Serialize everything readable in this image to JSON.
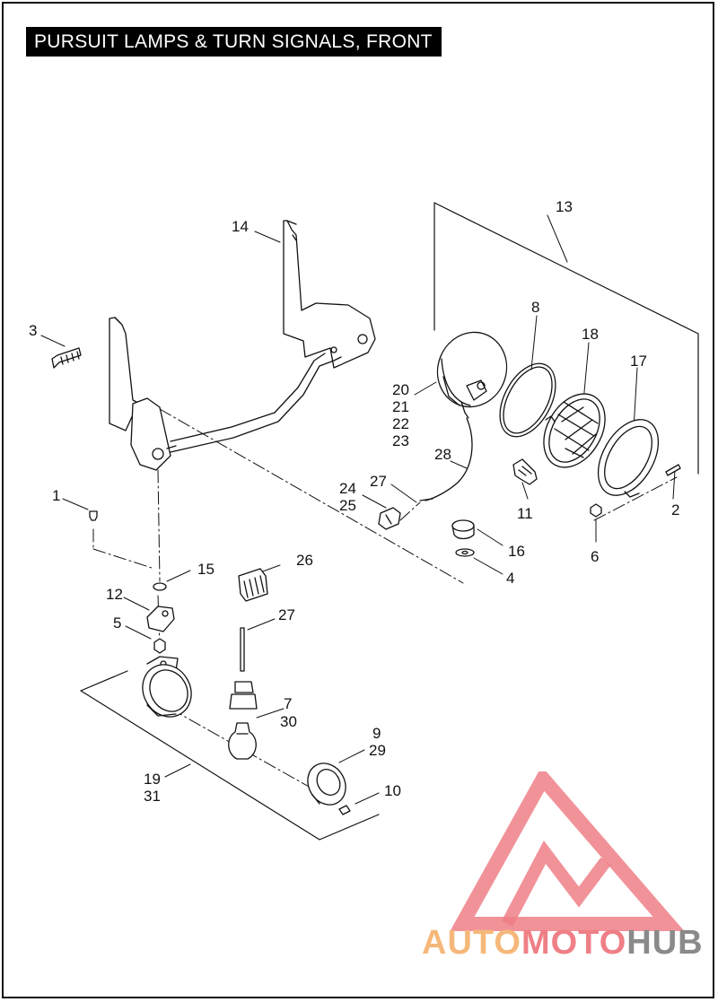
{
  "title": "PURSUIT LAMPS & TURN SIGNALS, FRONT",
  "callouts": {
    "c1": "1",
    "c2": "2",
    "c3": "3",
    "c4": "4",
    "c5": "5",
    "c6": "6",
    "c7": "7",
    "c8": "8",
    "c9": "9",
    "c10": "10",
    "c11": "11",
    "c12": "12",
    "c13": "13",
    "c14": "14",
    "c15": "15",
    "c16": "16",
    "c17": "17",
    "c18": "18",
    "c19": "19",
    "c20": "20",
    "c21": "21",
    "c22": "22",
    "c23": "23",
    "c24": "24",
    "c25": "25",
    "c26": "26",
    "c27a": "27",
    "c27b": "27",
    "c28": "28",
    "c29": "29",
    "c30": "30",
    "c31": "31"
  },
  "watermark": {
    "part1": "AUTO",
    "part2": "MOTO",
    "part3": "HUB",
    "color_a": "#f5b87a",
    "color_b": "#ef7f86",
    "color_c": "#8a8a8a"
  }
}
